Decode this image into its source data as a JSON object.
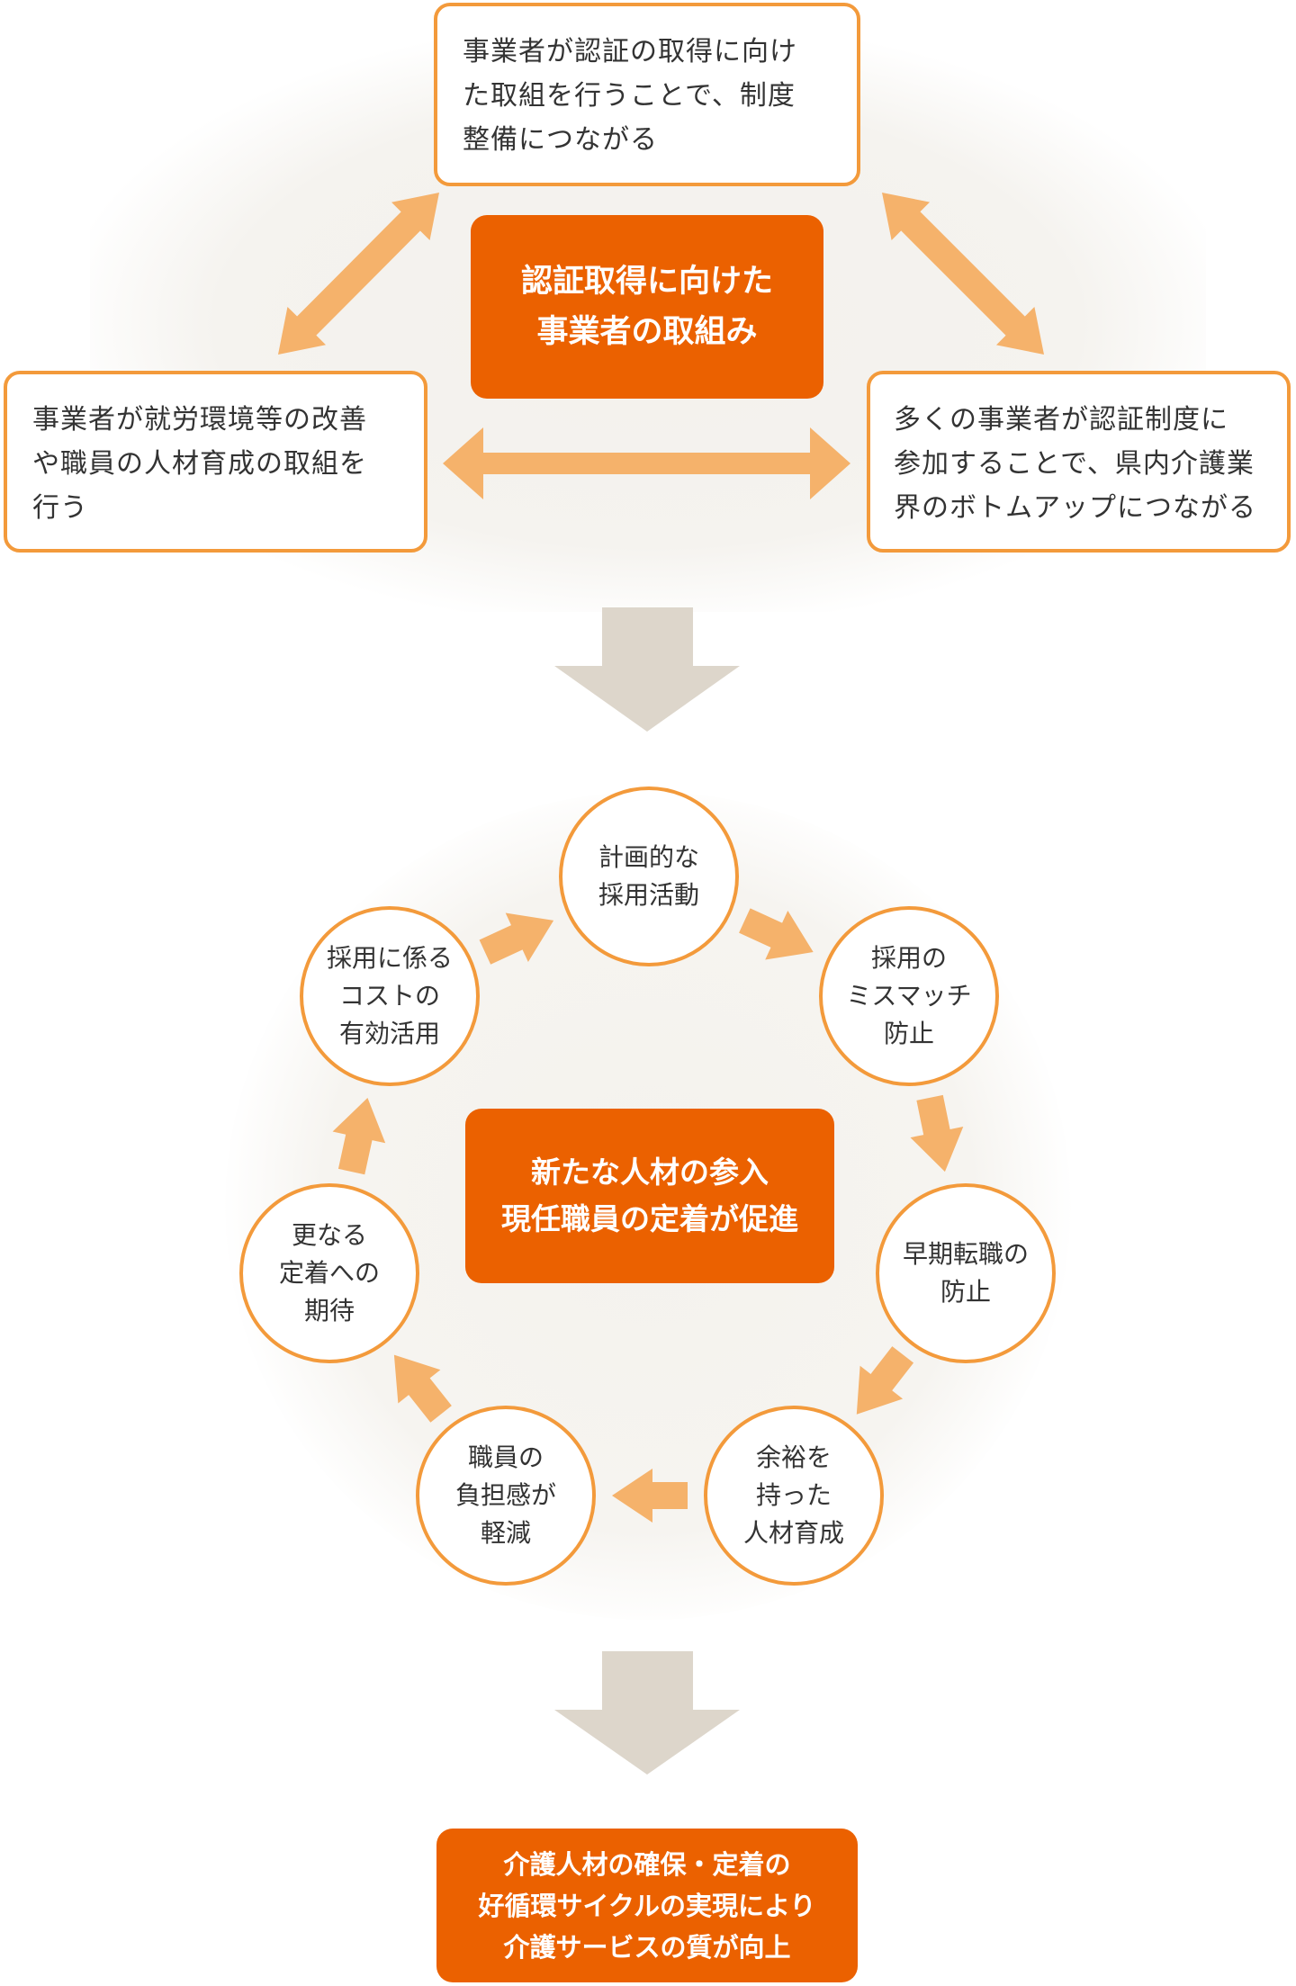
{
  "top_section": {
    "center_box": [
      "認証取得に向けた",
      "事業者の取組み"
    ],
    "top_box": [
      "事業者が認証の取得に向け",
      "た取組を行うことで、制度",
      "整備につながる"
    ],
    "left_box": [
      "事業者が就労環境等の改善",
      "や職員の人材育成の取組を",
      "行う"
    ],
    "right_box": [
      "多くの事業者が認証制度に",
      "参加することで、県内介護業",
      "界のボトムアップにつながる"
    ]
  },
  "cycle": {
    "center_box": [
      "新たな人材の参入",
      "現任職員の定着が促進"
    ],
    "steps": [
      [
        "計画的な",
        "採用活動"
      ],
      [
        "採用の",
        "ミスマッチ",
        "防止"
      ],
      [
        "早期転職の",
        "防止"
      ],
      [
        "余裕を",
        "持った",
        "人材育成"
      ],
      [
        "職員の",
        "負担感が",
        "軽減"
      ],
      [
        "更なる",
        "定着への",
        "期待"
      ],
      [
        "採用に係る",
        "コストの",
        "有効活用"
      ]
    ]
  },
  "result_box": [
    "介護人材の確保・定着の",
    "好循環サイクルの実現により",
    "介護サービスの質が向上"
  ],
  "colors": {
    "accent": "#EB6100",
    "border": "#F39A3B",
    "arrow": "#F5B26B",
    "flow_arrow": "#DDD6CB"
  }
}
